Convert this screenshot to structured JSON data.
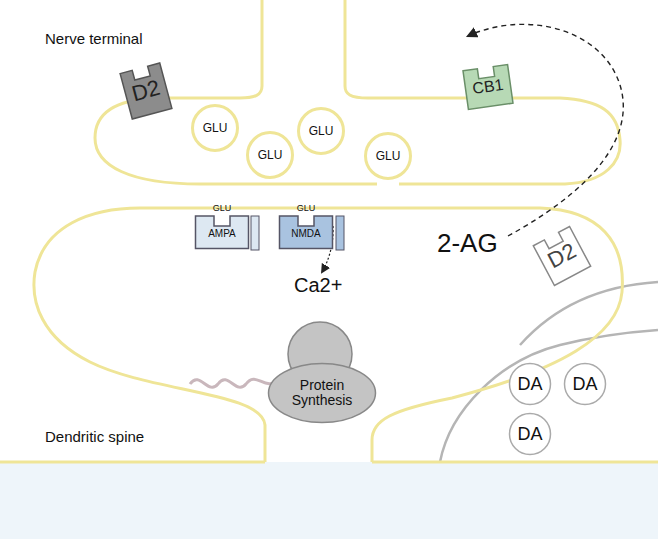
{
  "diagram": {
    "nodes": [
      {
        "text": [
          "D2"
        ]
      },
      {
        "text": [
          "CB1"
        ]
      },
      {
        "text": [
          "GLU"
        ]
      },
      {
        "text": [
          "GLU"
        ]
      },
      {
        "text": [
          "GLU"
        ]
      },
      {
        "text": [
          "GLU"
        ]
      },
      {
        "text": [
          "GLU",
          "AMPA"
        ]
      },
      {
        "text": [
          "GLU",
          "NMDA"
        ]
      },
      {
        "text": [
          "D2"
        ]
      },
      {
        "text": [
          "Protein Synthesis"
        ]
      },
      {
        "text": [
          "DA"
        ]
      },
      {
        "text": [
          "DA"
        ]
      },
      {
        "text": [
          "DA"
        ]
      }
    ],
    "labels": [
      "Nerve terminal",
      "Ca2+",
      "2-AG",
      "Dendritic spine"
    ]
  }
}
